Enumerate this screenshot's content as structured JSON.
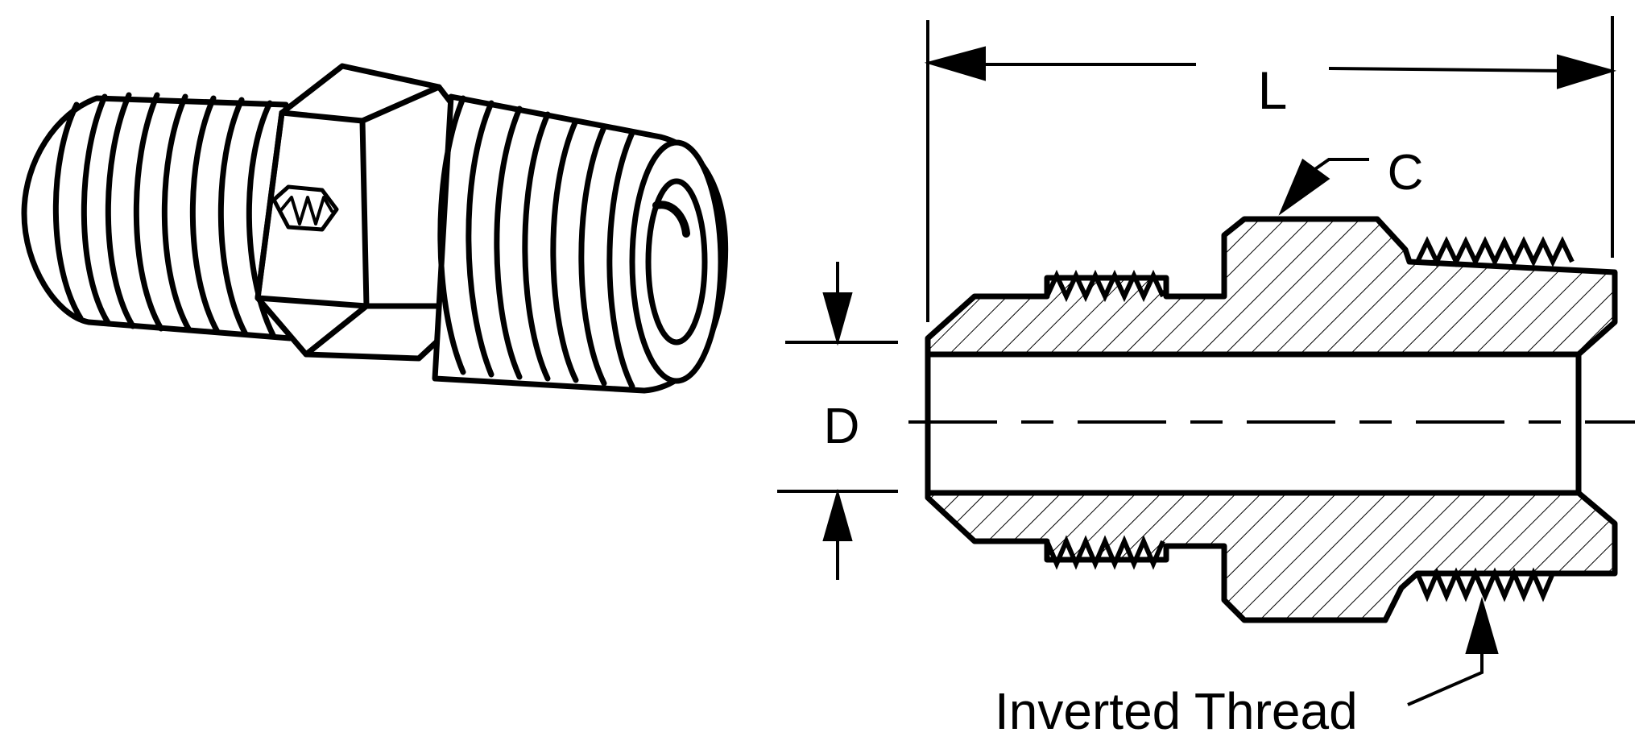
{
  "diagram": {
    "labels": {
      "length": "L",
      "chamfer": "C",
      "diameter": "D",
      "inverted_thread": "Inverted Thread"
    },
    "colors": {
      "ink": "#000000",
      "background": "#ffffff"
    },
    "parts": {
      "isometric_view": "fitting-isometric-illustration",
      "section_view": "fitting-cross-section"
    }
  }
}
